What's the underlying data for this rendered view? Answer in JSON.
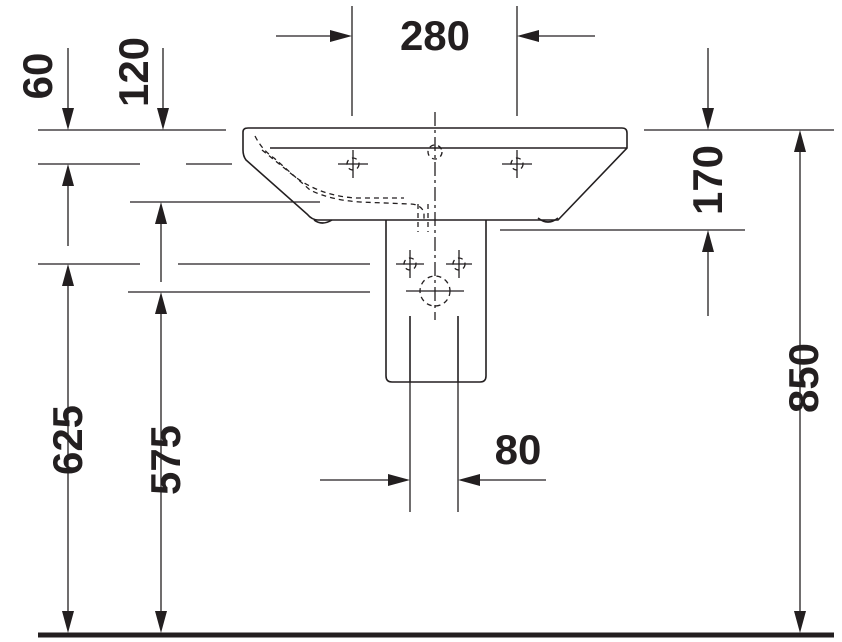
{
  "dimensions": {
    "tap_hole_spacing": "280",
    "rim_to_wall_a": "60",
    "rim_to_wall_b": "120",
    "basin_depth": "170",
    "waste_height": "625",
    "siphon_height": "575",
    "rim_height": "850",
    "pedestal_outlet_width": "80"
  },
  "colors": {
    "line": "#231f20",
    "background": "#ffffff"
  }
}
